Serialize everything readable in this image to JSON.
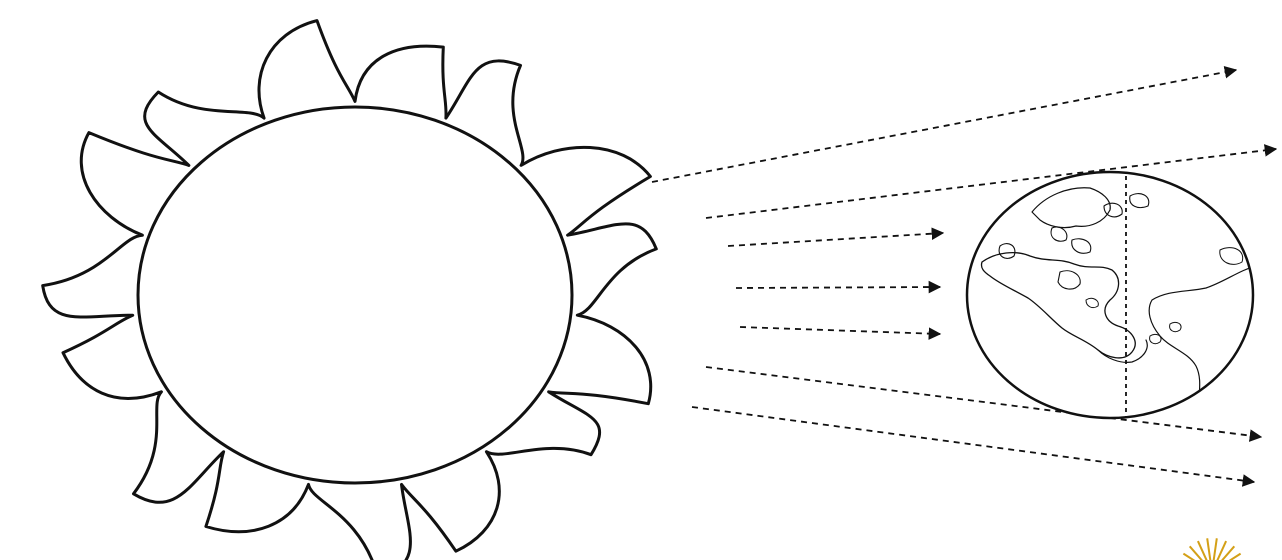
{
  "diagram": {
    "bodies": [
      {
        "id": "sun",
        "icon": "sun-icon"
      },
      {
        "id": "earth",
        "icon": "globe-icon"
      }
    ],
    "rays": {
      "count": 7,
      "style": "dashed",
      "arrowheads": true,
      "reach": [
        "past-earth",
        "past-earth",
        "at-earth",
        "at-earth",
        "at-earth",
        "past-earth",
        "past-earth"
      ]
    },
    "colors": {
      "ink": "#111111",
      "background": "#ffffff",
      "corner_mark": "#d4a017"
    },
    "corner_mark_icon": "small-sun-icon"
  }
}
